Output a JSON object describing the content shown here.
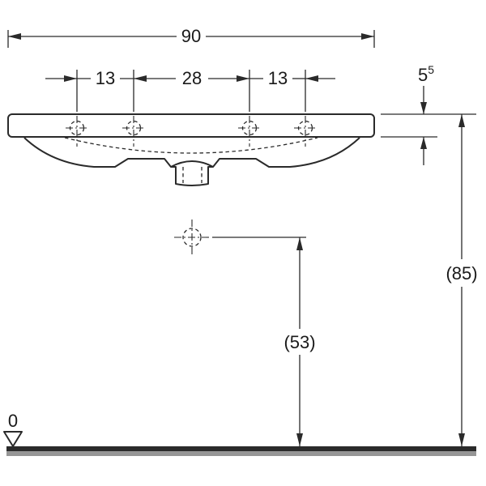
{
  "drawing": {
    "subject": "washbasin front elevation dimension drawing",
    "colors": {
      "line": "#2a2a2a",
      "floor_shadow": "#969696",
      "background": "#ffffff"
    }
  },
  "dimensions": {
    "overall_width": {
      "label": "90"
    },
    "tap_left": {
      "label": "13"
    },
    "tap_center": {
      "label": "28"
    },
    "tap_right": {
      "label": "13"
    },
    "rim_height": {
      "label": "5",
      "superscript": "5"
    },
    "overall_height": {
      "label": "(85)"
    },
    "drain_height": {
      "label": "(53)"
    },
    "datum": {
      "label": "0"
    }
  }
}
